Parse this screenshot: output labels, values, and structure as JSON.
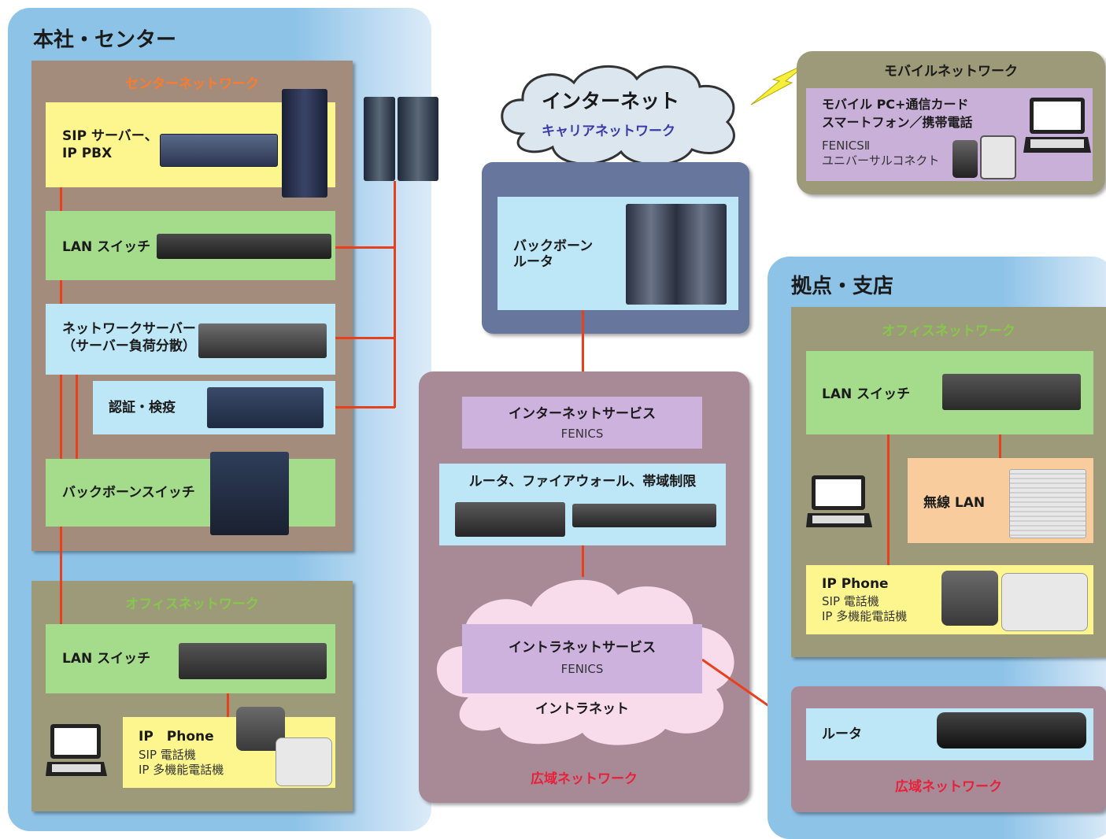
{
  "hq": {
    "title": "本社・センター",
    "center_network": {
      "title": "センターネットワーク",
      "sip_line1": "SIP サーバー、",
      "sip_line2": "IP PBX",
      "lan_switch": "LAN スイッチ",
      "net_server_line1": "ネットワークサーバー",
      "net_server_line2": "（サーバー負荷分散）",
      "auth": "認証・検疫",
      "backbone_switch": "バックボーンスイッチ"
    },
    "office_network": {
      "title": "オフィスネットワーク",
      "lan_switch": "LAN スイッチ",
      "ip_phone": "IP　Phone",
      "sip_phone": "SIP 電話機",
      "ip_multi": "IP 多機能電話機"
    }
  },
  "internet": {
    "title": "インターネット",
    "subtitle": "キャリアネットワーク"
  },
  "backbone_router": {
    "line1": "バックボーン",
    "line2": "ルータ"
  },
  "wan_center": {
    "internet_service": "インターネットサービス",
    "fenics": "FENICS",
    "router_fw": "ルータ、ファイアウォール、帯域制限",
    "intranet_service": "イントラネットサービス",
    "fenics2": "FENICS",
    "intranet": "イントラネット",
    "title": "広域ネットワーク"
  },
  "mobile": {
    "title": "モバイルネットワーク",
    "line1": "モバイル PC+通信カード",
    "line2": "スマートフォン／携帯電話",
    "line3": "FENICSⅡ",
    "line4": "ユニバーサルコネクト"
  },
  "branch": {
    "title": "拠点・支店",
    "office_network": {
      "title": "オフィスネットワーク",
      "lan_switch": "LAN スイッチ",
      "wireless_lan": "無線 LAN",
      "ip_phone": "IP Phone",
      "sip_phone": "SIP 電話機",
      "ip_multi": "IP 多機能電話機"
    },
    "wan": {
      "router": "ルータ",
      "title": "広域ネットワーク"
    }
  },
  "colors": {
    "link": "#e8401c",
    "region_blue": "#8ec3e8",
    "panel_tan": "#a38c7c",
    "panel_olive": "#9c9a78",
    "panel_slate": "#66769c",
    "panel_mauve": "#a78a96"
  }
}
